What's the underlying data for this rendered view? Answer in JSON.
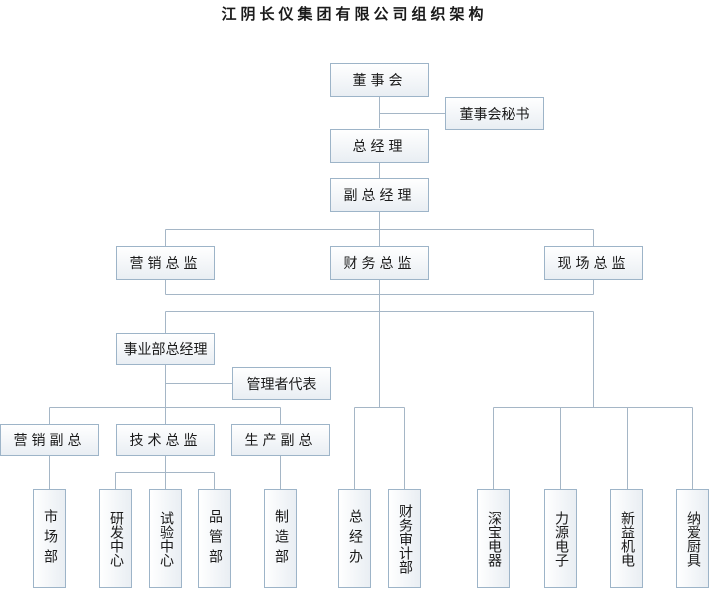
{
  "title": "江阴长仪集团有限公司组织架构",
  "nodes": {
    "board": "董事会",
    "board_secretary": "董事会秘书",
    "general_manager": "总经理",
    "deputy_gm": "副总经理",
    "marketing_director": "营销总监",
    "finance_director": "财务总监",
    "site_director": "现场总监",
    "division_gm": "事业部总经理",
    "management_rep": "管理者代表",
    "sales_vp": "营销副总",
    "tech_director": "技术总监",
    "production_vp": "生产副总",
    "market_dept": "市场部",
    "rd_center": "研发中心",
    "test_center": "试验中心",
    "quality_dept": "品管部",
    "manufacturing_dept": "制造部",
    "gm_office": "总经办",
    "finance_audit_dept": "财务审计部",
    "shenbao_appliance": "深宝电器",
    "liyuan_electronics": "力源电子",
    "xinyi_motor": "新益机电",
    "naai_kitchen": "纳爱厨具"
  },
  "colors": {
    "line": "#a5b6c6",
    "box_border": "#9db4c8",
    "box_fill_top": "#ffffff",
    "box_fill_bottom": "#e9eef3"
  }
}
